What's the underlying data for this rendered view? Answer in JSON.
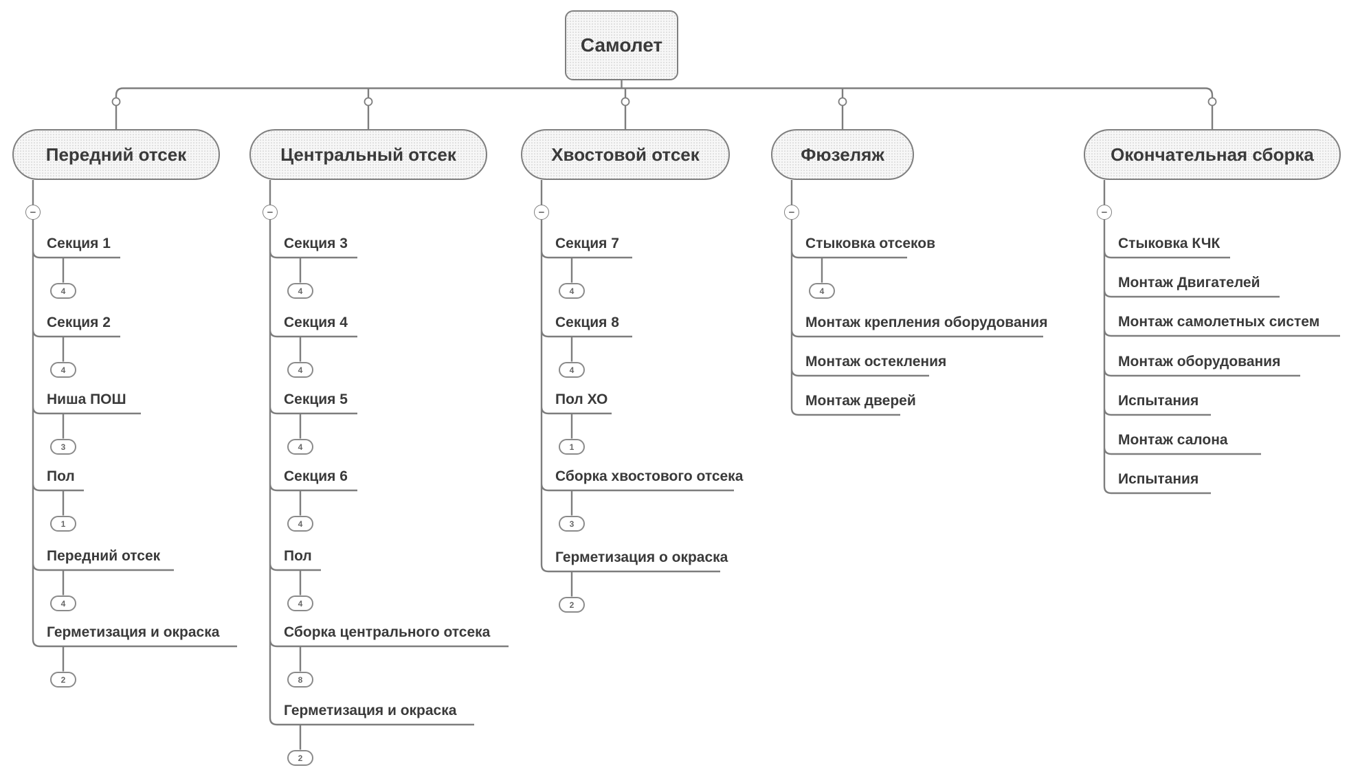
{
  "root": {
    "label": "Самолет"
  },
  "branches": [
    {
      "label": "Передний отсек",
      "children": [
        {
          "label": "Секция 1",
          "badge": "4"
        },
        {
          "label": "Секция 2",
          "badge": "4"
        },
        {
          "label": "Ниша ПОШ",
          "badge": "3"
        },
        {
          "label": "Пол",
          "badge": "1"
        },
        {
          "label": "Передний отсек",
          "badge": "4"
        },
        {
          "label": "Герметизация и окраска",
          "badge": "2"
        }
      ]
    },
    {
      "label": "Центральный отсек",
      "children": [
        {
          "label": "Секция 3",
          "badge": "4"
        },
        {
          "label": "Секция 4",
          "badge": "4"
        },
        {
          "label": "Секция 5",
          "badge": "4"
        },
        {
          "label": "Секция 6",
          "badge": "4"
        },
        {
          "label": "Пол",
          "badge": "4"
        },
        {
          "label": "Сборка центрального отсека",
          "badge": "8"
        },
        {
          "label": "Герметизация и окраска",
          "badge": "2"
        }
      ]
    },
    {
      "label": "Хвостовой отсек",
      "children": [
        {
          "label": "Секция 7",
          "badge": "4"
        },
        {
          "label": "Секция 8",
          "badge": "4"
        },
        {
          "label": "Пол ХО",
          "badge": "1"
        },
        {
          "label": "Сборка хвостового отсека",
          "badge": "3"
        },
        {
          "label": "Герметизация о окраска",
          "badge": "2"
        }
      ]
    },
    {
      "label": "Фюзеляж",
      "children": [
        {
          "label": "Стыковка отсеков",
          "badge": "4"
        },
        {
          "label": "Монтаж крепления оборудования"
        },
        {
          "label": "Монтаж остекления"
        },
        {
          "label": "Монтаж дверей"
        }
      ]
    },
    {
      "label": "Окончательная сборка",
      "children": [
        {
          "label": "Стыковка КЧК"
        },
        {
          "label": "Монтаж Двигателей"
        },
        {
          "label": "Монтаж самолетных систем"
        },
        {
          "label": "Монтаж оборудования"
        },
        {
          "label": "Испытания"
        },
        {
          "label": "Монтаж салона"
        },
        {
          "label": "Испытания"
        }
      ]
    }
  ],
  "ui": {
    "collapse_glyph": "−"
  },
  "colors": {
    "line": "#7d7d7d",
    "node_fill": "#f7f7f7",
    "node_border": "#7e7e7e",
    "text": "#3a3a3a"
  }
}
